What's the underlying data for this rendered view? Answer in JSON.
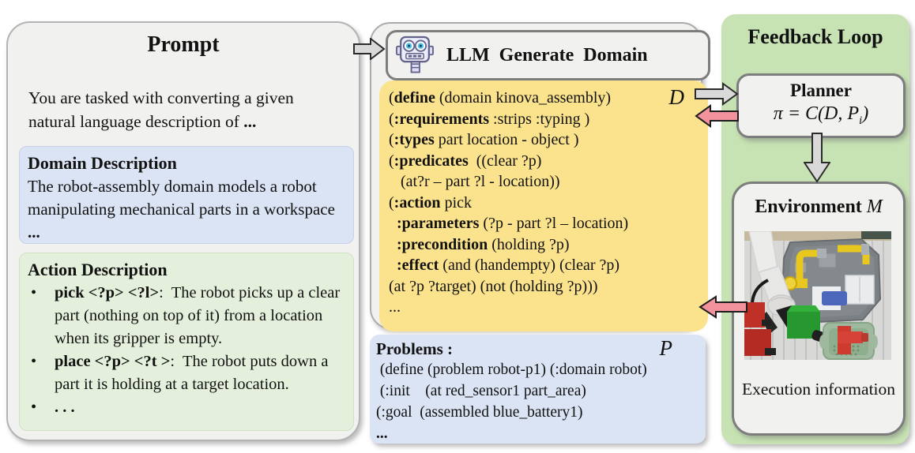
{
  "colors": {
    "panel_gray": "#f1f1ef",
    "code_yellow": "#fbe28c",
    "box_lavender": "#dbe4f4",
    "box_green": "#e4f0db",
    "feedback_green": "#c7e3b4",
    "arrow_gray": "#d9d9d9",
    "arrow_pink": "#f2929d"
  },
  "prompt_panel": {
    "title": "Prompt",
    "intro_text": "You are tasked with converting a given natural language description of ",
    "intro_ellipsis": "...",
    "domain_box": {
      "title": "Domain Description",
      "body": "The robot-assembly domain models a robot manipulating mechanical parts in a workspace ",
      "ellipsis": "..."
    },
    "action_box": {
      "title": "Action Description",
      "bullet_char": "•",
      "bullets": [
        {
          "term": "pick <?p> <?l>",
          "desc": ":  The robot picks up a clear part (nothing on top of it) from a location when its gripper is empty."
        },
        {
          "term": "place <?p> <?t >",
          "desc": ":  The robot puts down a part it is holding at a target location."
        },
        {
          "term": ". . .",
          "desc": ""
        }
      ]
    }
  },
  "llm_module": {
    "header": "LLM  Generate  Domain",
    "domain_label": "D",
    "code_lines": [
      [
        [
          "r",
          "("
        ],
        [
          "b",
          "define"
        ],
        [
          "r",
          " (domain kinova_assembly)"
        ]
      ],
      [
        [
          "r",
          "("
        ],
        [
          "b",
          ":requirements"
        ],
        [
          "r",
          " :strips :typing )"
        ]
      ],
      [
        [
          "r",
          "("
        ],
        [
          "b",
          ":types"
        ],
        [
          "r",
          " part location - object )"
        ]
      ],
      [
        [
          "r",
          "("
        ],
        [
          "b",
          ":predicates"
        ],
        [
          "r",
          "  ((clear ?p)"
        ]
      ],
      [
        [
          "r",
          "   (at?r – part ?l - location))"
        ]
      ],
      [
        [
          "r",
          "("
        ],
        [
          "b",
          ":action"
        ],
        [
          "r",
          " pick"
        ]
      ],
      [
        [
          "r",
          "  "
        ],
        [
          "b",
          ":parameters"
        ],
        [
          "r",
          " (?p - part ?l – location)"
        ]
      ],
      [
        [
          "r",
          "  "
        ],
        [
          "b",
          ":precondition"
        ],
        [
          "r",
          " (holding ?p)"
        ]
      ],
      [
        [
          "r",
          "  "
        ],
        [
          "b",
          ":effect"
        ],
        [
          "r",
          " (and (handempty) (clear ?p)"
        ]
      ],
      [
        [
          "r",
          "(at ?p ?target) (not (holding ?p)))"
        ]
      ],
      [
        [
          "r",
          "..."
        ]
      ]
    ]
  },
  "problems_box": {
    "title": "Problems :",
    "label": "P",
    "lines": [
      [
        [
          "r",
          " (define (problem robot-p1) (:domain robot)"
        ]
      ],
      [
        [
          "r",
          " (:init    (at red_sensor1 part_area)"
        ]
      ],
      [
        [
          "r",
          "(:goal  (assembled blue_battery1)"
        ]
      ],
      [
        [
          "b",
          "..."
        ]
      ]
    ]
  },
  "feedback_panel": {
    "title": "Feedback Loop",
    "planner": {
      "title": "Planner",
      "formula_pre": "π = C(D, P",
      "formula_sub": "i",
      "formula_post": ")"
    },
    "environment": {
      "title": "Environment ",
      "label": "M",
      "caption": "Execution information"
    }
  }
}
